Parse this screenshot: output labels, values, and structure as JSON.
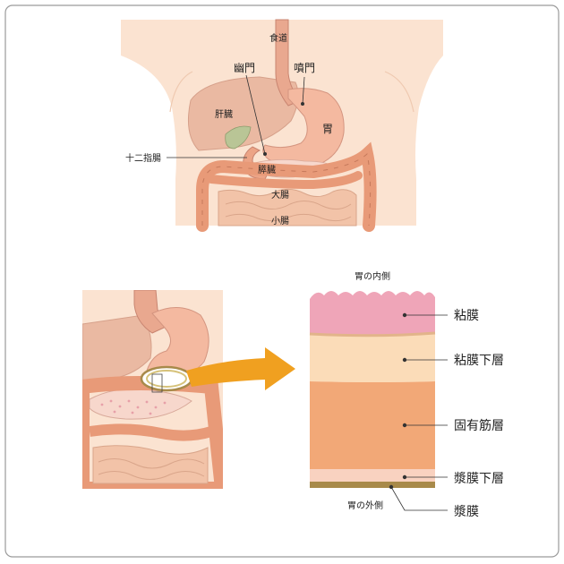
{
  "top_figure": {
    "labels": {
      "esophagus": "食道",
      "pylorus": "幽門",
      "cardia": "噴門",
      "liver": "肝臓",
      "stomach": "胃",
      "duodenum": "十二指腸",
      "pancreas": "膵臓",
      "large_intestine": "大腸",
      "small_intestine": "小腸"
    }
  },
  "layer_diagram": {
    "inner_label": "胃の内側",
    "outer_label": "胃の外側",
    "layers": [
      {
        "name": "粘膜",
        "color": "#efa5b8"
      },
      {
        "name": "粘膜下層",
        "color": "#fbdcb8"
      },
      {
        "name": "固有筋層",
        "color": "#f2a877"
      },
      {
        "name": "漿膜下層",
        "color": "#f9d2c0"
      },
      {
        "name": "漿膜",
        "color": "#a88a4a"
      }
    ]
  },
  "colors": {
    "skin": "#fbe3d1",
    "organ_liver": "#f0c5b0",
    "organ_stomach": "#f4b9a0",
    "intestine": "#e89a78",
    "arrow": "#f0a020",
    "border": "#9a9a9a"
  }
}
